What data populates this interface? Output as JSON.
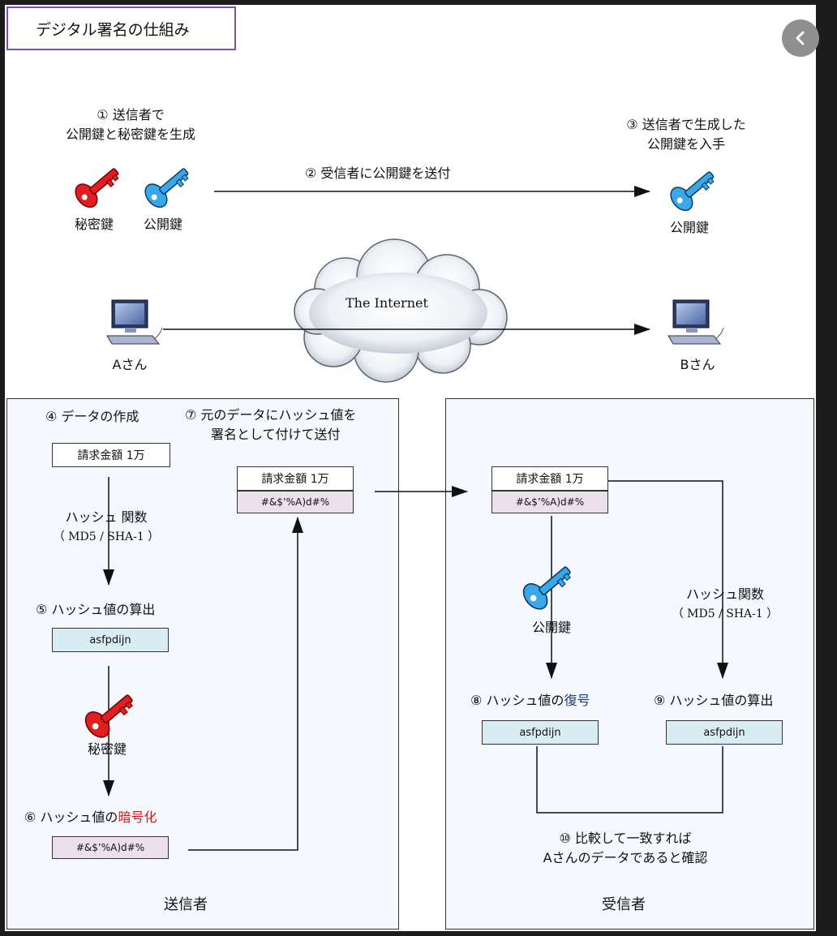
{
  "title": "デジタル署名の仕組み",
  "top": {
    "step1_line1": "① 送信者で",
    "step1_line2": "公開鍵と秘密鍵を生成",
    "secret_key_label": "秘密鍵",
    "public_key_label": "公開鍵",
    "step2": "② 受信者に公開鍵を送付",
    "step3_line1": "③ 送信者で生成した",
    "step3_line2": "公開鍵を入手",
    "receiver_key_label": "公開鍵",
    "internet_label": "The Internet",
    "person_a": "Aさん",
    "person_b": "Bさん"
  },
  "sender": {
    "panel_label": "送信者",
    "step4": "④ データの作成",
    "data_text": "請求金額 1万",
    "hash_fn_line1": "ハッシュ 関数",
    "hash_fn_line2": "（ MD5 / SHA-1 ）",
    "step5": "⑤ ハッシュ値の算出",
    "hash_value": "asfpdijn",
    "secret_key_label": "秘密鍵",
    "step6_prefix": "⑥ ハッシュ値の",
    "step6_emph": "暗号化",
    "encrypted_value": "#&$’%A)d#%",
    "step7_line1": "⑦ 元のデータにハッシュ値を",
    "step7_line2": "署名として付けて送付",
    "signed_data_text": "請求金額 1万",
    "signed_sig_text": "#&$’%A)d#%"
  },
  "receiver": {
    "panel_label": "受信者",
    "recv_data_text": "請求金額 1万",
    "recv_sig_text": "#&$’%A)d#%",
    "public_key_label": "公開鍵",
    "hash_fn_line1": "ハッシュ関数",
    "hash_fn_line2": "（ MD5 / SHA-1 ）",
    "step8_prefix": "⑧ ハッシュ値の",
    "step8_emph": "復号",
    "step9": "⑨ ハッシュ値の算出",
    "decrypted_value": "asfpdijn",
    "computed_value": "asfpdijn",
    "step10_line1": "⑩ 比較して一致すれば",
    "step10_line2": "Aさんのデータであると確認"
  },
  "colors": {
    "secret_key": "#e02020",
    "public_key": "#3aa8e8",
    "title_border": "#7a4fb0",
    "emph_red": "#e11111",
    "emph_navy": "#1a3a8c"
  },
  "icons": {
    "back": "chevron-left-icon",
    "key": "key-icon",
    "computer": "computer-icon",
    "cloud": "cloud-icon"
  }
}
